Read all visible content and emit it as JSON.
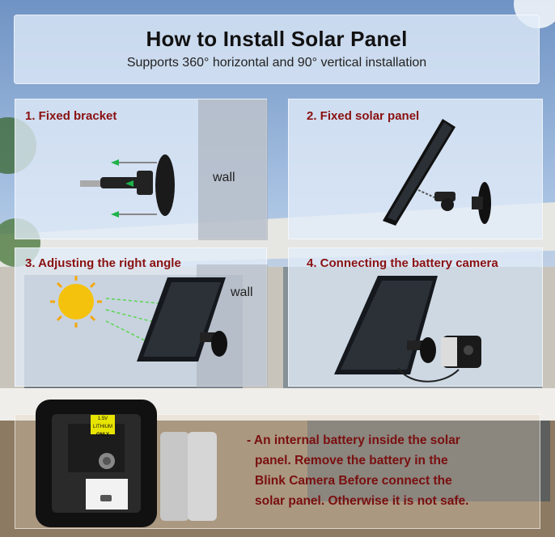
{
  "header": {
    "title": "How to Install Solar Panel",
    "subtitle": "Supports 360° horizontal and 90° vertical installation"
  },
  "steps": [
    {
      "label": "1. Fixed bracket",
      "annotation": "wall"
    },
    {
      "label": "2. Fixed solar panel"
    },
    {
      "label": "3. Adjusting the right angle",
      "annotation": "wall"
    },
    {
      "label": "4. Connecting the battery camera"
    }
  ],
  "battery_note": {
    "lines": [
      "- An internal battery inside the solar",
      "panel. Remove the battery in the",
      "Blink Camera Before connect the",
      "solar panel. Otherwise it is not safe."
    ]
  },
  "battery_sticker": {
    "line1": "1.5V LITHIUM",
    "line2": "ONLY"
  },
  "colors": {
    "accent_red": "#8a1010",
    "panel_bg": "#e2ecf8"
  }
}
